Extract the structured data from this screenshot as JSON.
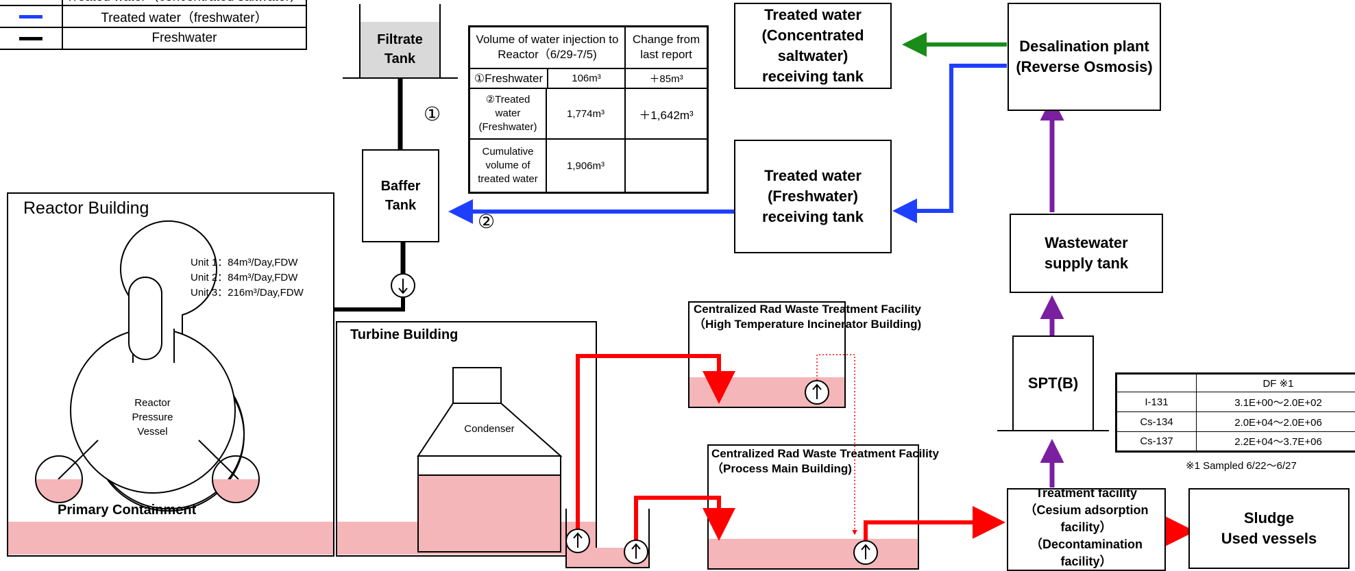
{
  "legend": {
    "rows": [
      {
        "label": "Treated water（concentrated saltwater）",
        "color": "#1a8c1a"
      },
      {
        "label": "Treated water（freshwater）",
        "color": "#1f3fff"
      },
      {
        "label": "Freshwater",
        "color": "#000000"
      }
    ]
  },
  "filtrate_tank": {
    "line1": "Filtrate",
    "line2": "Tank"
  },
  "baffer_tank": {
    "line1": "Baffer",
    "line2": "Tank"
  },
  "markers": {
    "one": "①",
    "two": "②"
  },
  "injection_table": {
    "header_col1": "Volume of water injection to Reactor（6/29-7/5)",
    "header_col2": "Change from last report",
    "rows": [
      {
        "label": "①Freshwater",
        "value": "106m³",
        "change": "＋85m³"
      },
      {
        "label": "②Treated water (Freshwater)",
        "value": "1,774m³",
        "change": "＋1,642m³"
      },
      {
        "label": "Cumulative volume of treated water",
        "value": "1,906m³",
        "change": ""
      }
    ]
  },
  "concentrated_tank": {
    "line1": "Treated water",
    "line2": "(Concentrated",
    "line3": "saltwater)",
    "line4": "receiving tank"
  },
  "freshwater_tank": {
    "line1": "Treated water",
    "line2": "(Freshwater)",
    "line3": "receiving tank"
  },
  "desalination": {
    "line1": "Desalination plant",
    "line2": "(Reverse Osmosis)"
  },
  "wastewater_tank": {
    "line1": "Wastewater",
    "line2": "supply tank"
  },
  "spt": {
    "label": "SPT(B)"
  },
  "reactor_building": {
    "title": "Reactor Building",
    "units": [
      "Unit 1：84m³/Day,FDW",
      "Unit 2：84m³/Day,FDW",
      "Unit 3：216m³/Day,FDW"
    ],
    "vessel": [
      "Reactor",
      "Pressure",
      "Vessel"
    ],
    "containment": "Primary Containment"
  },
  "turbine_building": {
    "title": "Turbine Building",
    "condenser": "Condenser"
  },
  "htib": {
    "line1": "Centralized Rad Waste Treatment Facility",
    "line2": "（High Temperature Incinerator Building)"
  },
  "pmb": {
    "line1": "Centralized Rad Waste Treatment Facility",
    "line2": "（Process Main Building)"
  },
  "treatment": {
    "line1": "Treatment facility",
    "line2": "（Cesium adsorption",
    "line3": "facility）",
    "line4": "（Decontamination",
    "line5": "facility）"
  },
  "sludge": {
    "line1": "Sludge",
    "line2": "Used vessels"
  },
  "df_table": {
    "header": "DF ※1",
    "rows": [
      {
        "nuclide": "I-131",
        "df": "3.1E+00～2.0E+02"
      },
      {
        "nuclide": "Cs-134",
        "df": "2.0E+04～2.0E+06"
      },
      {
        "nuclide": "Cs-137",
        "df": "2.2E+04～3.7E+06"
      }
    ],
    "note": "※1 Sampled 6/22～6/27"
  },
  "colors": {
    "freshwater": "#000000",
    "treated_fresh": "#1f3fff",
    "concentrated": "#1a8c1a",
    "contaminated": "#ff0000",
    "process": "#7a1fa0",
    "water_fill": "#f4b6b8"
  }
}
